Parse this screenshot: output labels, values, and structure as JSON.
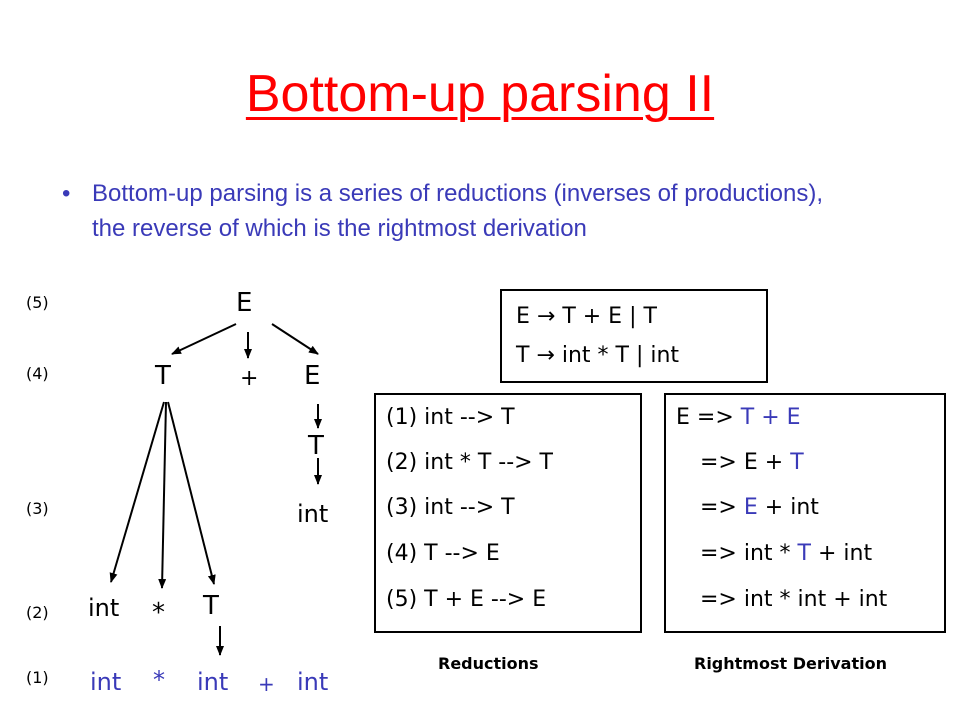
{
  "title": "Bottom-up parsing II",
  "bullet": {
    "marker": "•",
    "text": "Bottom-up parsing is a series of reductions (inverses of productions), the reverse of which is the rightmost derivation"
  },
  "levels": [
    "(5)",
    "(4)",
    "(3)",
    "(2)",
    "(1)"
  ],
  "tree": {
    "root": "E",
    "level4": [
      "T",
      "+",
      "E"
    ],
    "right_t": "T",
    "right_int": "int",
    "level2": [
      "int",
      "*",
      "T"
    ],
    "leaves": [
      "int",
      "*",
      "int",
      "+",
      "int"
    ]
  },
  "grammar": {
    "rule1": "E → T + E | T",
    "rule2": "T → int * T | int"
  },
  "reductions": [
    "(1) int --> T",
    "(2) int * T --> T",
    "(3) int --> T",
    "(4) T --> E",
    "(5) T + E --> E"
  ],
  "derivation": {
    "d1": {
      "pre": "E => ",
      "blue": "T + E",
      "post": ""
    },
    "d2": {
      "pre": "=> E + ",
      "blue": "T",
      "post": ""
    },
    "d3": {
      "pre": "=> ",
      "blue": "E",
      "post": " + int"
    },
    "d4": {
      "pre": "=> int * ",
      "blue": "T",
      "post": " + int"
    },
    "d5": {
      "pre": "=> int * int + int",
      "blue": "",
      "post": ""
    }
  },
  "captions": {
    "reductions": "Reductions",
    "derivation": "Rightmost Derivation"
  },
  "colors": {
    "title": "#ff0000",
    "bullet_text": "#3a3ab8",
    "highlight": "#3a3ab8",
    "text": "#000000"
  }
}
